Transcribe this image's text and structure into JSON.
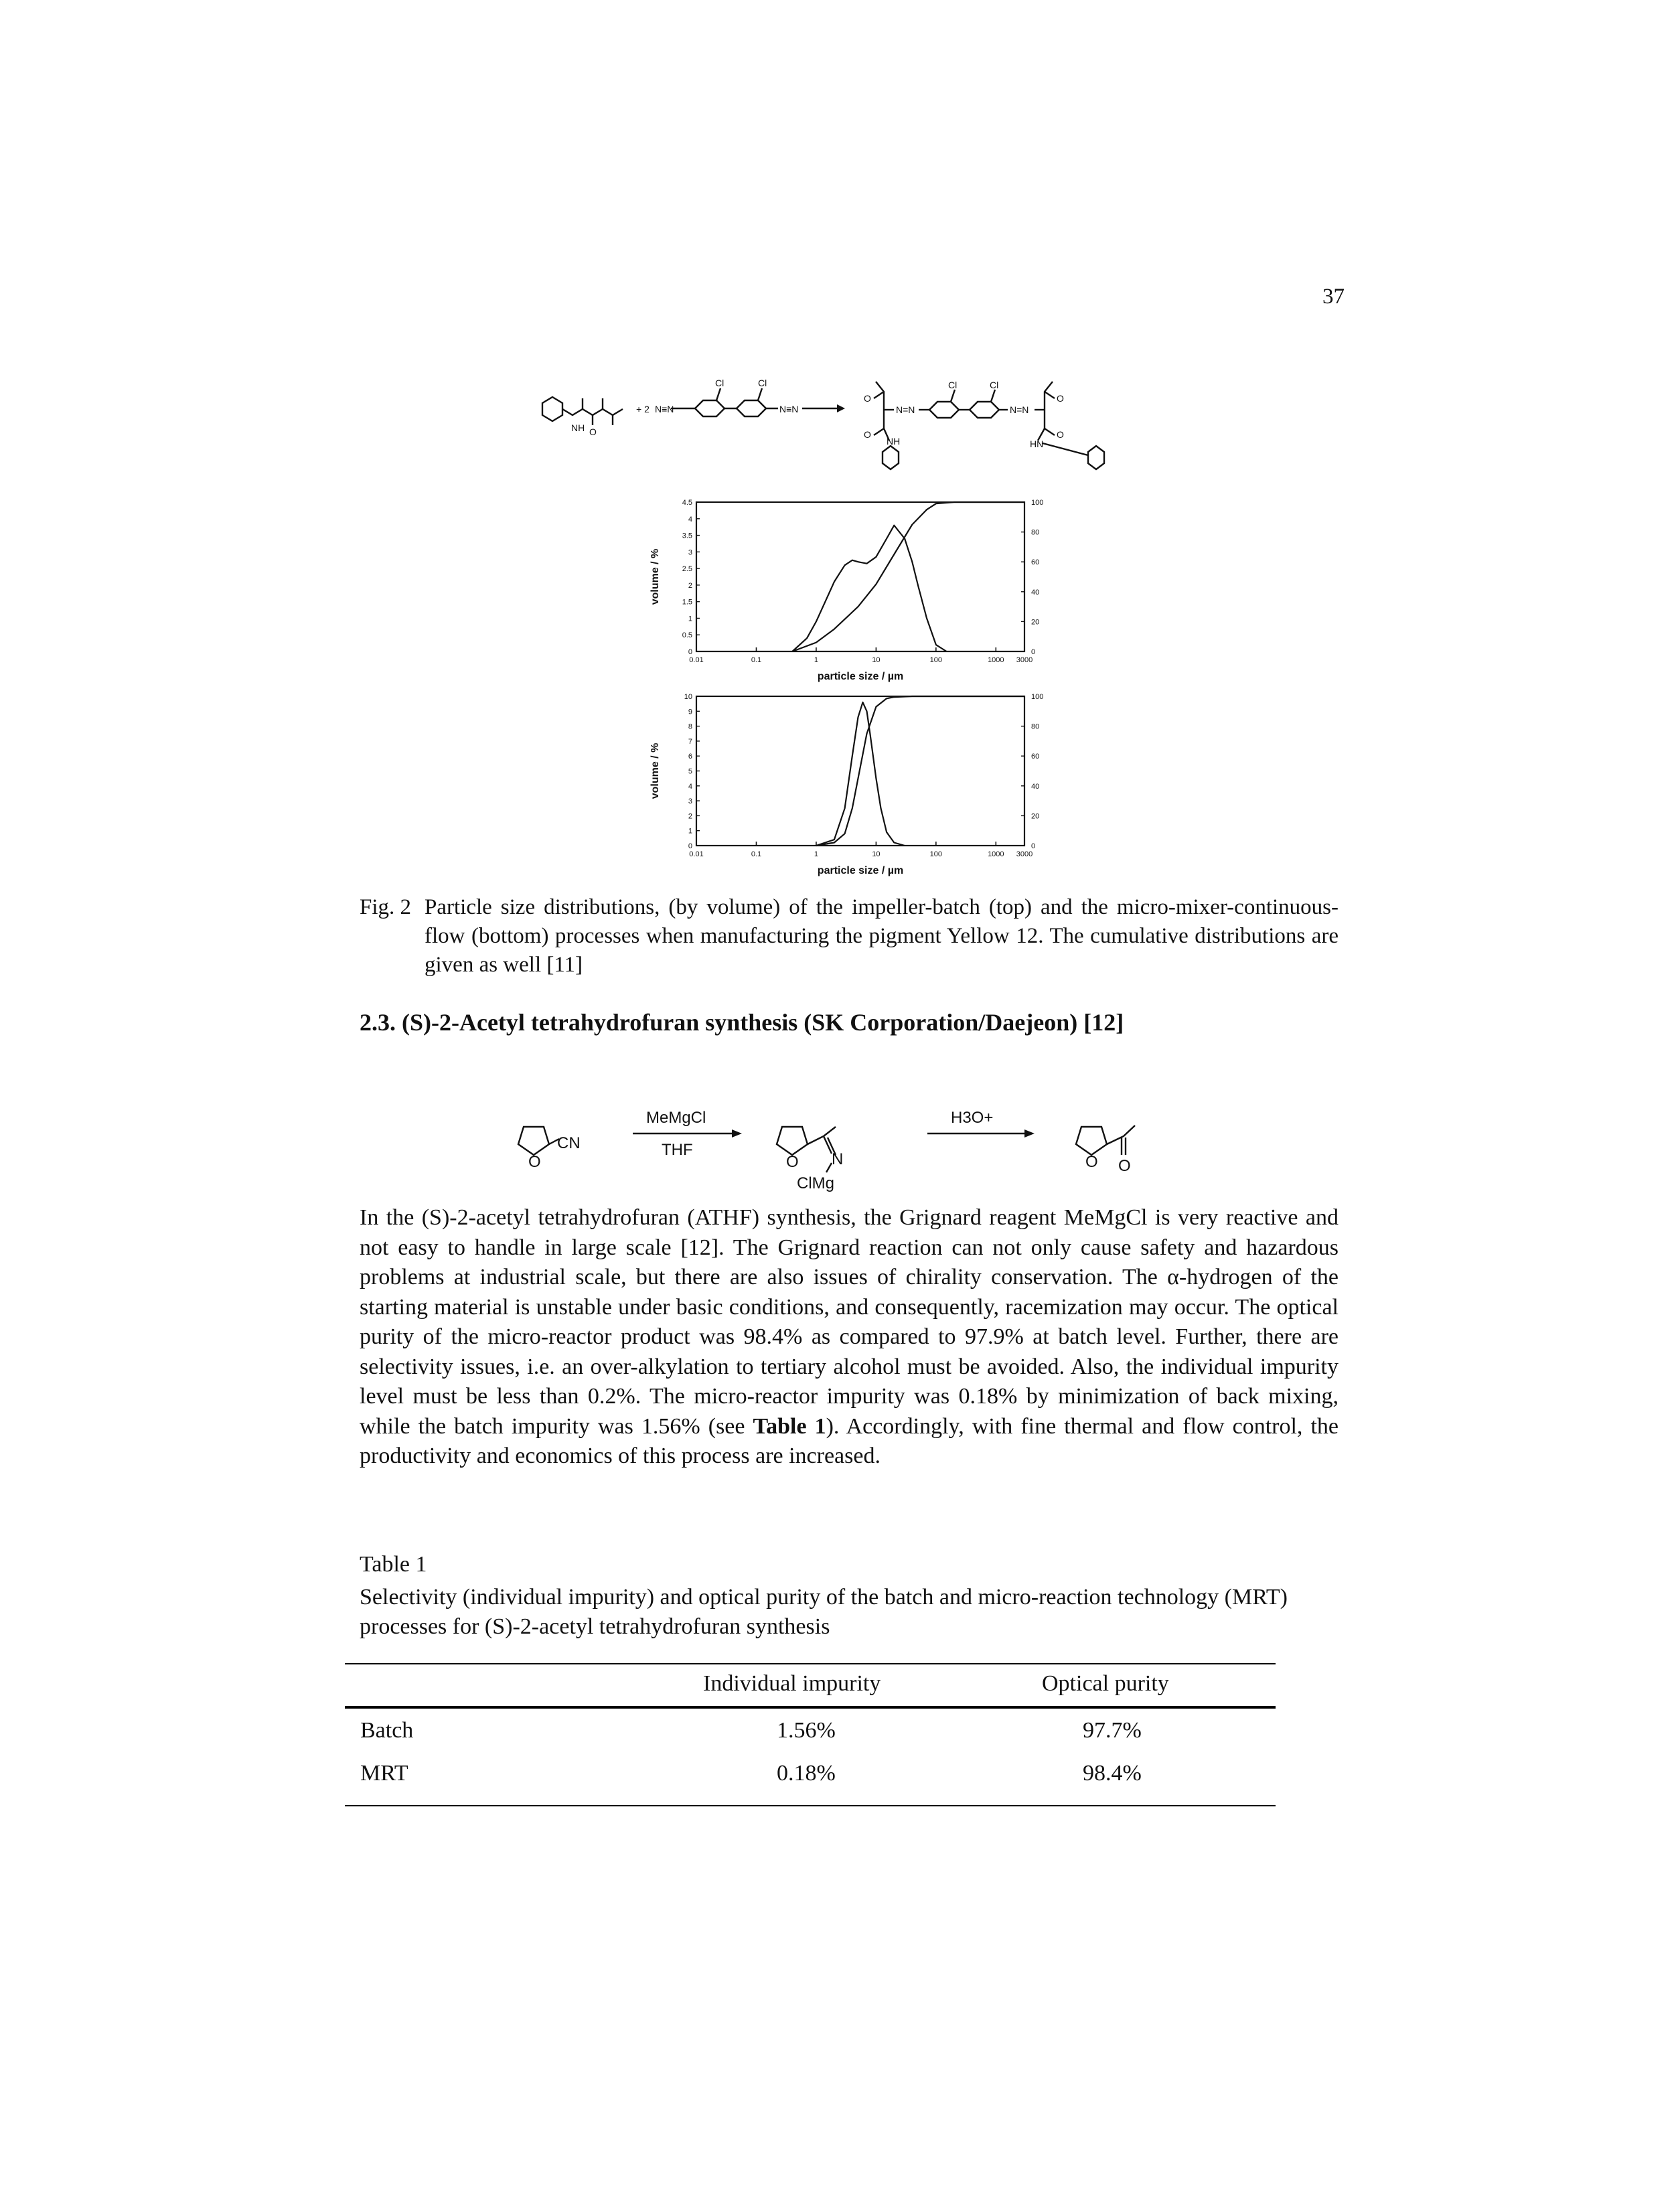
{
  "page": {
    "number": "37"
  },
  "scheme1": {
    "labels": {
      "nh_left": "NH",
      "o_left": "O",
      "plus_two": "+ 2",
      "diazonium_left": "N≡N",
      "cl_a": "Cl",
      "cl_b": "Cl",
      "diazonium_right": "N≡N",
      "o_top_left": "O",
      "o_mid_left": "O",
      "azo_left": "N=N",
      "nh_product": "NH",
      "cl_c": "Cl",
      "cl_d": "Cl",
      "azo_right": "N=N",
      "o_top_right": "O",
      "o_mid_right": "O",
      "hn_product": "HN"
    }
  },
  "chart_data": [
    {
      "type": "line",
      "xlabel": "particle size / µm",
      "ylabel": "volume / %",
      "x_scale": "log",
      "x_ticks": [
        "0.01",
        "0.1",
        "1",
        "10",
        "100",
        "1000",
        "3000"
      ],
      "y_ticks": [
        "0",
        "0.5",
        "1",
        "1.5",
        "2",
        "2.5",
        "3",
        "3.5",
        "4",
        "4.5"
      ],
      "y2_ticks": [
        "0",
        "20",
        "40",
        "60",
        "80",
        "100"
      ],
      "xlim": [
        0.01,
        3000
      ],
      "ylim": [
        0,
        4.5
      ],
      "y2lim": [
        0,
        100
      ],
      "series": [
        {
          "axis": "left",
          "x": [
            0.4,
            0.7,
            1,
            1.5,
            2,
            3,
            4,
            5,
            7,
            10,
            15,
            20,
            30,
            40,
            50,
            70,
            100,
            150
          ],
          "y": [
            0,
            0.4,
            0.9,
            1.6,
            2.1,
            2.6,
            2.75,
            2.7,
            2.65,
            2.85,
            3.4,
            3.8,
            3.4,
            2.7,
            2.0,
            1.0,
            0.2,
            0
          ]
        },
        {
          "axis": "right",
          "x": [
            0.4,
            1,
            2,
            5,
            10,
            20,
            40,
            70,
            100,
            200,
            500,
            1000,
            3000
          ],
          "y": [
            0,
            6,
            15,
            30,
            45,
            65,
            85,
            95,
            99,
            100,
            100,
            100,
            100
          ]
        }
      ]
    },
    {
      "type": "line",
      "xlabel": "particle size / µm",
      "ylabel": "volume / %",
      "x_scale": "log",
      "x_ticks": [
        "0.01",
        "0.1",
        "1",
        "10",
        "100",
        "1000",
        "3000"
      ],
      "y_ticks": [
        "0",
        "1",
        "2",
        "3",
        "4",
        "5",
        "6",
        "7",
        "8",
        "9",
        "10"
      ],
      "y2_ticks": [
        "0",
        "20",
        "40",
        "60",
        "80",
        "100"
      ],
      "xlim": [
        0.01,
        3000
      ],
      "ylim": [
        0,
        10
      ],
      "y2lim": [
        0,
        100
      ],
      "series": [
        {
          "axis": "left",
          "x": [
            1,
            2,
            3,
            4,
            5,
            6,
            7,
            8,
            10,
            12,
            15,
            20,
            30
          ],
          "y": [
            0,
            0.4,
            2.5,
            6.0,
            8.6,
            9.6,
            9.0,
            7.4,
            4.5,
            2.5,
            0.9,
            0.2,
            0
          ]
        },
        {
          "axis": "right",
          "x": [
            1,
            2,
            3,
            4,
            5,
            7,
            10,
            15,
            20,
            40,
            100,
            1000,
            3000
          ],
          "y": [
            0,
            2,
            8,
            25,
            45,
            75,
            93,
            98.5,
            99.5,
            100,
            100,
            100,
            100
          ]
        }
      ]
    }
  ],
  "figure": {
    "label": "Fig. 2",
    "caption": "Particle size distributions, (by volume) of the impeller-batch (top) and the micro-mixer-continuous-flow (bottom) processes when manufacturing the pigment Yellow 12. The cumulative distributions are given as well [11]"
  },
  "section": {
    "heading": "2.3. (S)-2-Acetyl tetrahydrofuran synthesis (SK Corporation/Daejeon) [12]"
  },
  "scheme2": {
    "reagent1": "MeMgCl",
    "solvent1": "THF",
    "reagent2": "H3O+",
    "cn": "CN",
    "o1": "O",
    "o2": "O",
    "n": "N",
    "clmg": "ClMg",
    "o3": "O",
    "o_keto": "O"
  },
  "body": {
    "paragraph_a": "In the (S)-2-acetyl tetrahydrofuran (ATHF) synthesis, the Grignard reagent MeMgCl is very reactive and not easy to handle in large scale [12]. The Grignard reaction can not only cause safety and hazardous problems at industrial scale, but there are also issues of chirality conservation. The α-hydrogen of the starting material is unstable under basic conditions, and consequently, racemization may occur. The optical purity of the micro-reactor product was 98.4% as compared to 97.9% at batch level. Further, there are selectivity issues, i.e. an over-alkylation to tertiary alcohol must be avoided. Also, the individual impurity level must be less than 0.2%. The micro-reactor impurity was 0.18% by minimization of back mixing, while the batch impurity was 1.56% (see",
    "table_ref": "Table 1",
    "paragraph_b": "). Accordingly, with fine thermal and flow control, the productivity and economics of this process are increased."
  },
  "table": {
    "label": "Table 1",
    "caption": "Selectivity (individual impurity) and optical purity of the batch and micro-reaction technology (MRT) processes for (S)-2-acetyl tetrahydrofuran synthesis",
    "headers": [
      "",
      "Individual impurity",
      "Optical purity"
    ],
    "rows": [
      [
        "Batch",
        "1.56%",
        "97.7%"
      ],
      [
        "MRT",
        "0.18%",
        "98.4%"
      ]
    ]
  }
}
